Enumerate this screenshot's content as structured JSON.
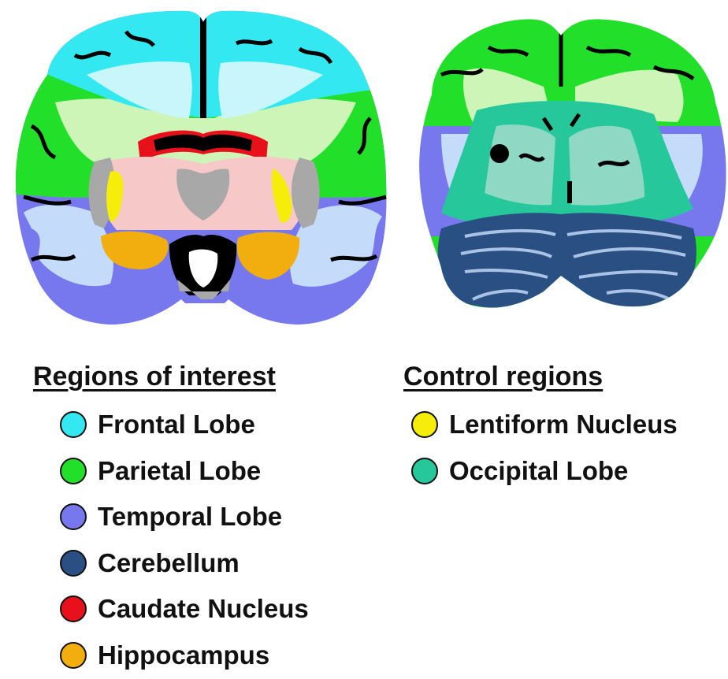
{
  "figure": {
    "slices": [
      {
        "name": "anterior-coronal-slice"
      },
      {
        "name": "posterior-coronal-slice"
      }
    ]
  },
  "legend_roi": {
    "title": "Regions of interest",
    "items": [
      {
        "label": "Frontal Lobe",
        "color": "#33e8f0"
      },
      {
        "label": "Parietal Lobe",
        "color": "#22e02a"
      },
      {
        "label": "Temporal Lobe",
        "color": "#7878ee"
      },
      {
        "label": "Cerebellum",
        "color": "#2a4f82"
      },
      {
        "label": "Caudate Nucleus",
        "color": "#e8101a"
      },
      {
        "label": "Hippocampus",
        "color": "#f2ae0e"
      }
    ]
  },
  "legend_control": {
    "title": "Control regions",
    "items": [
      {
        "label": "Lentiform Nucleus",
        "color": "#f6ee0a"
      },
      {
        "label": "Occipital Lobe",
        "color": "#25c79b"
      }
    ]
  },
  "colors": {
    "frontal_white": "#c8f6fb",
    "parietal_white": "#cdf5b8",
    "temporal_white": "#c4dcfa",
    "occipital_white": "#8fd8c4",
    "cerebellum_white": "#a9c2e6",
    "basal_ganglia": "#f6c8c8",
    "gray_structure": "#a8a8a8",
    "csf": "#000000"
  }
}
